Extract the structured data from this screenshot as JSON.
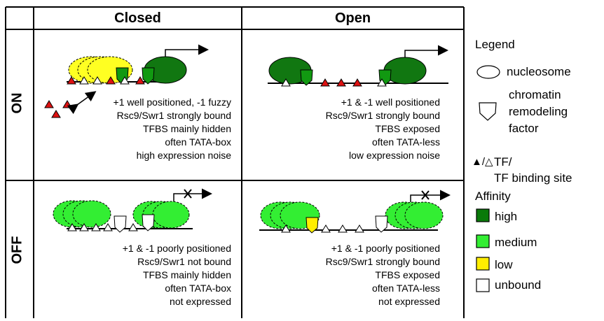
{
  "columns": {
    "closed": "Closed",
    "open": "Open"
  },
  "rows": {
    "on": "ON",
    "off": "OFF"
  },
  "cells": {
    "on_closed": [
      "+1 well positioned, -1 fuzzy",
      "Rsc9/Swr1 strongly bound",
      "TFBS mainly hidden",
      "often TATA-box",
      "high expression noise"
    ],
    "on_open": [
      "+1 & -1 well positioned",
      "Rsc9/Swr1 strongly bound",
      "TFBS exposed",
      "often TATA-less",
      "low expression noise"
    ],
    "off_closed": [
      "+1 & -1 poorly positioned",
      "Rsc9/Swr1 not bound",
      "TFBS mainly hidden",
      "often TATA-box",
      "not expressed"
    ],
    "off_open": [
      "+1 & -1 poorly positioned",
      "Rsc9/Swr1 strongly bound",
      "TFBS exposed",
      "often TATA-less",
      "not expressed"
    ]
  },
  "legend": {
    "title": "Legend",
    "nucleosome": "nucleosome",
    "remodeler_lines": [
      "chromatin",
      "remodeling",
      "factor"
    ],
    "tf_symbol": "▲/△",
    "tf_lines": [
      "TF/",
      "TF binding site"
    ],
    "affinity_title": "Affinity",
    "affinity": [
      {
        "label": "high",
        "color": "#0a7a0a"
      },
      {
        "label": "medium",
        "color": "#33ee33"
      },
      {
        "label": "low",
        "color": "#ffee00"
      },
      {
        "label": "unbound",
        "color": "#ffffff"
      }
    ]
  },
  "colors": {
    "nucleosome_dark": "#117711",
    "nucleosome_medium": "#33ee33",
    "nucleosome_yellow": "#ffff22",
    "tf_red": "#dd1111",
    "remodeler_dark": "#119911",
    "remodeler_yellow": "#ffee00"
  }
}
